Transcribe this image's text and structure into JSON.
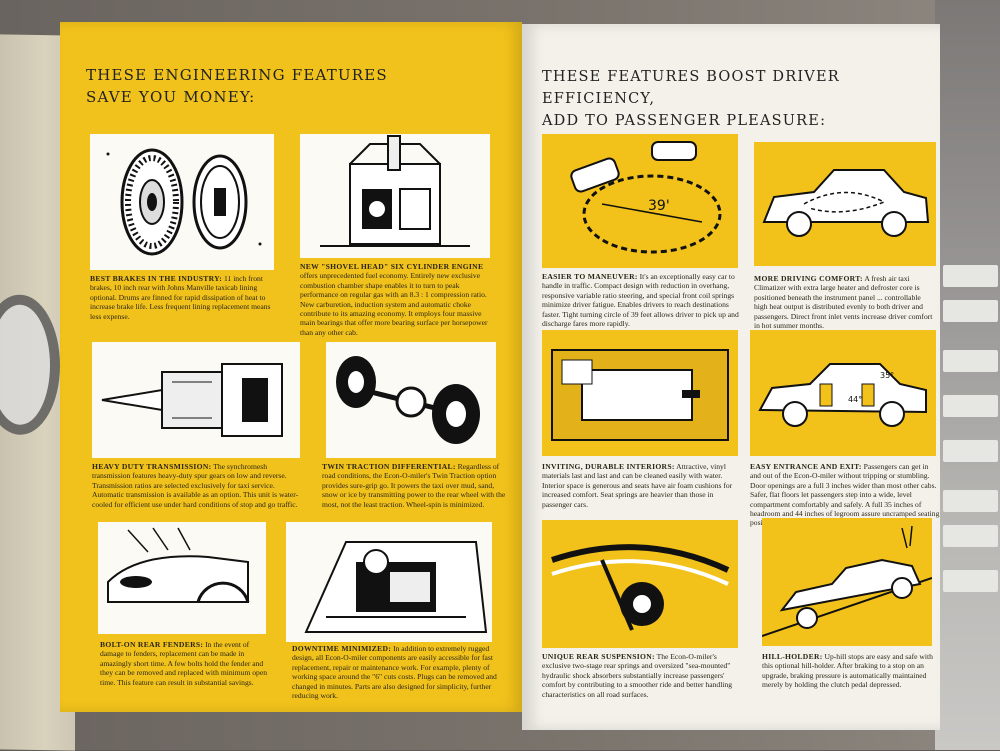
{
  "left_page": {
    "heading_line1": "THESE ENGINEERING FEATURES",
    "heading_line2": "SAVE YOU MONEY:",
    "features": [
      {
        "title": "BEST BRAKES IN THE INDUSTRY:",
        "body": "11 inch front brakes, 10 inch rear with Johns Manville taxicab lining optional. Drums are finned for rapid dissipation of heat to increase brake life. Less frequent lining replacement means less expense."
      },
      {
        "title": "NEW \"SHOVEL HEAD\" SIX CYLINDER ENGINE",
        "body": "offers unprecedented fuel economy. Entirely new exclusive combustion chamber shape enables it to turn to peak performance on regular gas with an 8.3 : 1 compression ratio. New carburetion, induction system and automatic choke contribute to its amazing economy. It employs four massive main bearings that offer more bearing surface per horsepower than any other cab."
      },
      {
        "title": "HEAVY DUTY TRANSMISSION:",
        "body": "The synchromesh transmission features heavy-duty spur gears on low and reverse. Transmission ratios are selected exclusively for taxi service. Automatic transmission is available as an option. This unit is water-cooled for efficient use under hard conditions of stop and go traffic."
      },
      {
        "title": "TWIN TRACTION DIFFERENTIAL:",
        "body": "Regardless of road conditions, the Econ-O-miler's Twin Traction option provides sure-grip go. It powers the taxi over mud, sand, snow or ice by transmitting power to the rear wheel with the most, not the least traction. Wheel-spin is minimized."
      },
      {
        "title": "BOLT-ON REAR FENDERS:",
        "body": "In the event of damage to fenders, replacement can be made in amazingly short time. A few bolts hold the fender and they can be removed and replaced with minimum open time. This feature can result in substantial savings."
      },
      {
        "title": "DOWNTIME MINIMIZED:",
        "body": "In addition to extremely rugged design, all Econ-O-miler components are easily accessible for fast replacement, repair or maintenance work. For example, plenty of working space around the \"6\" cuts costs. Plugs can be removed and changed in minutes. Parts are also designed for simplicity, further reducing work."
      }
    ]
  },
  "right_page": {
    "heading_line1": "THESE FEATURES BOOST DRIVER EFFICIENCY,",
    "heading_line2": "ADD TO PASSENGER PLEASURE:",
    "turning_circle_label": "39'",
    "angle_label_1": "35°",
    "angle_label_2": "44°",
    "features": [
      {
        "title": "EASIER TO MANEUVER:",
        "body": "It's an exceptionally easy car to handle in traffic. Compact design with reduction in overhang, responsive variable ratio steering, and special front coil springs minimize driver fatigue. Enables drivers to reach destinations faster. Tight turning circle of 39 feet allows driver to pick up and discharge fares more rapidly."
      },
      {
        "title": "MORE DRIVING COMFORT:",
        "body": "A fresh air taxi Climatizer with extra large heater and defroster core is positioned beneath the instrument panel ... controllable high heat output is distributed evenly to both driver and passengers. Direct front inlet vents increase driver comfort in hot summer months."
      },
      {
        "title": "INVITING, DURABLE INTERIORS:",
        "body": "Attractive, vinyl materials last and last and can be cleaned easily with water. Interior space is generous and seats have air foam cushions for increased comfort. Seat springs are heavier than those in passenger cars."
      },
      {
        "title": "EASY ENTRANCE AND EXIT:",
        "body": "Passengers can get in and out of the Econ-O-miler without tripping or stumbling. Door openings are a full 3 inches wider than most other cabs. Safer, flat floors let passengers step into a wide, level compartment comfortably and safely. A full 35 inches of headroom and 44 inches of legroom assure uncramped seating position."
      },
      {
        "title": "UNIQUE REAR SUSPENSION:",
        "body": "The Econ-O-miler's exclusive two-stage rear springs and oversized \"sea-mounted\" hydraulic shock absorbers substantially increase passengers' comfort by contributing to a smoother ride and better handling characteristics on all road surfaces."
      },
      {
        "title": "HILL-HOLDER:",
        "body": "Up-hill stops are easy and safe with this optional hill-holder. After braking to a stop on an upgrade, braking pressure is automatically maintained merely by holding the clutch pedal depressed."
      }
    ]
  },
  "colors": {
    "page_yellow": "#f1c21b",
    "page_cream": "#f3f1ea",
    "ink": "#222222"
  }
}
